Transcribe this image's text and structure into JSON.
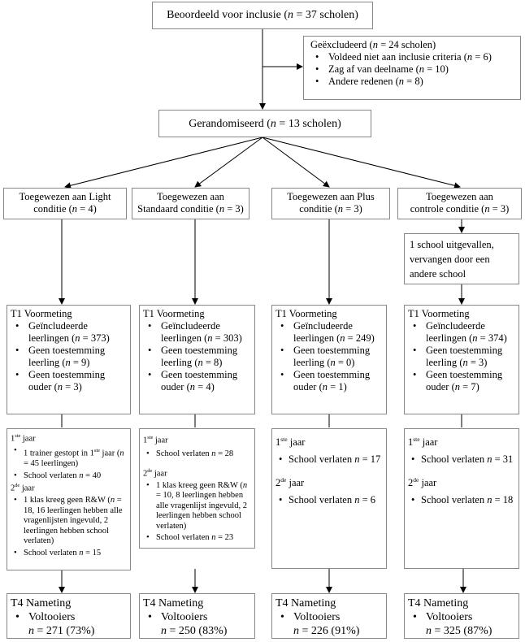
{
  "assessed": {
    "pre": "Beoordeeld voor inclusie (",
    "n": "n",
    "post": " = 37 scholen)"
  },
  "excluded": {
    "title": {
      "pre": "Geëxcludeerd (",
      "n": "n",
      "post": " = 24 scholen)"
    },
    "items": [
      {
        "text": "Voldeed niet aan inclusie criteria (",
        "n": "n",
        "post": " = 6)"
      },
      {
        "text": "Zag af van deelname (",
        "n": "n",
        "post": " = 10)"
      },
      {
        "text": "Andere redenen (",
        "n": "n",
        "post": " = 8)"
      }
    ]
  },
  "randomized": {
    "pre": "Gerandomiseerd (",
    "n": "n",
    "post": " = 13 scholen)"
  },
  "arms": [
    {
      "line1": "Toegewezen aan Light",
      "line2pre": "conditie (",
      "n": "n",
      "line2post": " = 4)"
    },
    {
      "line1": "Toegewezen aan",
      "line2pre": "Standaard conditie (",
      "n": "n",
      "line2post": " = 3)"
    },
    {
      "line1": "Toegewezen aan Plus",
      "line2pre": "conditie (",
      "n": "n",
      "line2post": " = 3)"
    },
    {
      "line1": "Toegewezen aan",
      "line2pre": "controle conditie (",
      "n": "n",
      "line2post": " = 3)"
    }
  ],
  "replacement": "1 school uitgevallen, vervangen door een andere school",
  "t1": {
    "title": "T1 Voormeting",
    "labels": {
      "included": "Geïncludeerde leerlingen",
      "no_student": "Geen toestemming leerling",
      "no_parent": "Geen toestemming ouder"
    },
    "values": [
      {
        "included": "373",
        "no_student": "9",
        "no_parent": "3"
      },
      {
        "included": "303",
        "no_student": "8",
        "no_parent": "4"
      },
      {
        "included": "249",
        "no_student": "0",
        "no_parent": "1"
      },
      {
        "included": "374",
        "no_student": "3",
        "no_parent": "7"
      }
    ]
  },
  "dropout": {
    "year1_num": "1",
    "year1_sup": "ste",
    "year_word": "jaar",
    "year2_num": "2",
    "year2_sup": "de",
    "left_school": "School verlaten",
    "light": {
      "trainer_pre": "1 trainer gestopt in 1",
      "trainer_sup": "ste",
      "trainer_post": " jaar (",
      "trainer_n": "n",
      "trainer_end": " = 45 leerlingen)",
      "y1_left": "40",
      "class_pre": "1 klas kreeg geen R&W (",
      "class_n": "n",
      "class_post": " = 18, 16 leerlingen hebben alle vragenlijsten ingevuld, 2 leerlingen hebben school verlaten)",
      "y2_left": "15"
    },
    "standard": {
      "y1_left": "28",
      "class_pre": "1 klas kreeg geen R&W (",
      "class_n": "n",
      "class_post": " = 10, 8 leerlingen hebben alle vragenlijst ingevuld, 2 leerlingen hebben school verlaten)",
      "y2_left": "23"
    },
    "plus": {
      "y1_left": "17",
      "y2_left": "6"
    },
    "control": {
      "y1_left": "31",
      "y2_left": "18"
    }
  },
  "t4": {
    "title": "T4 Nameting",
    "completers": "Voltooiers",
    "values": [
      "271 (73%)",
      "250 (83%)",
      "226 (91%)",
      "325 (87%)"
    ]
  }
}
